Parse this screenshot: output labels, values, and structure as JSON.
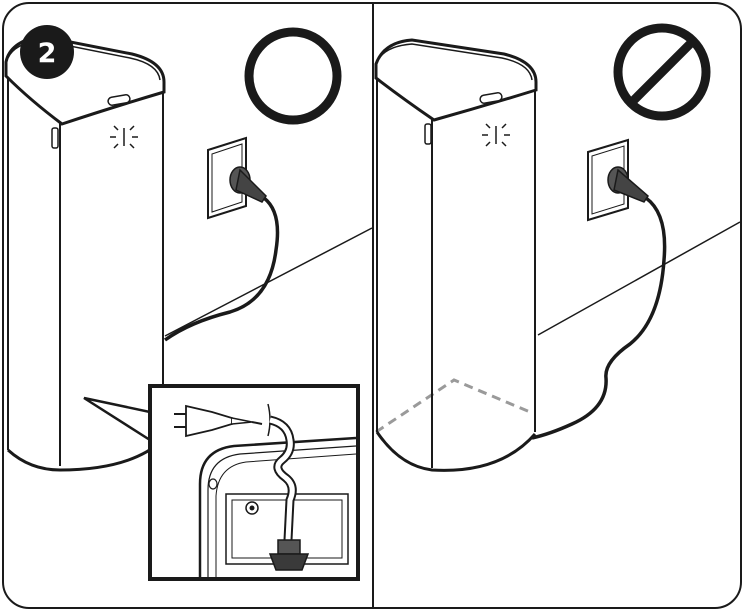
{
  "step": {
    "number": "2"
  },
  "panels": [
    {
      "id": "correct",
      "verdict_icon": "circle-ok-icon",
      "cable_routing": "tight-to-wall"
    },
    {
      "id": "incorrect",
      "verdict_icon": "prohibited-icon",
      "cable_routing": "loose-sagging"
    }
  ],
  "inset": {
    "shows": "cable-routing-underside"
  },
  "colors": {
    "line": "#1a1a1a",
    "dashed_floor": "#999999",
    "background": "#ffffff"
  }
}
